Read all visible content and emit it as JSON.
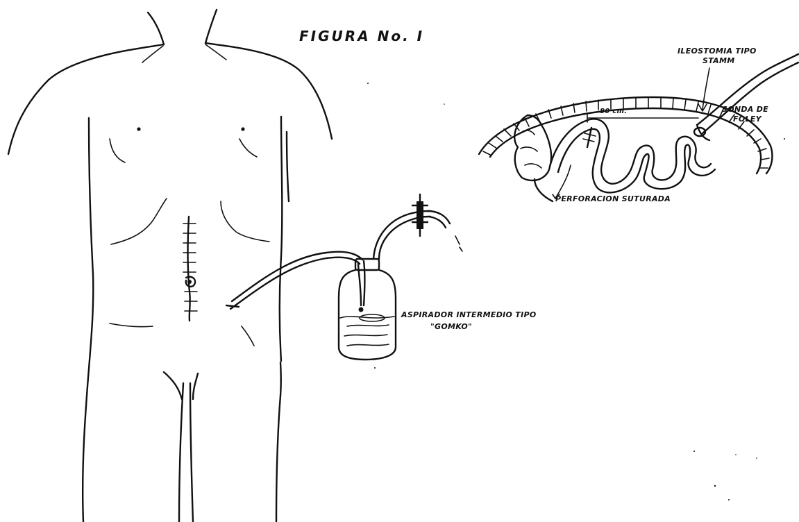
{
  "figure": {
    "title": "FIGURA No. I",
    "labels": {
      "ileostomy_line1": "ILEOSTOMIA TIPO",
      "ileostomy_line2": "STAMM",
      "foley_line1": "SONDA DE",
      "foley_line2": "FOLEY",
      "distance": "80 cm.",
      "perforation": "PERFORACION SUTURADA",
      "aspirator_line1": "ASPIRADOR INTERMEDIO TIPO",
      "aspirator_line2": "\"GOMKO\""
    }
  },
  "colors": {
    "ink": "#111111",
    "background": "#ffffff"
  }
}
